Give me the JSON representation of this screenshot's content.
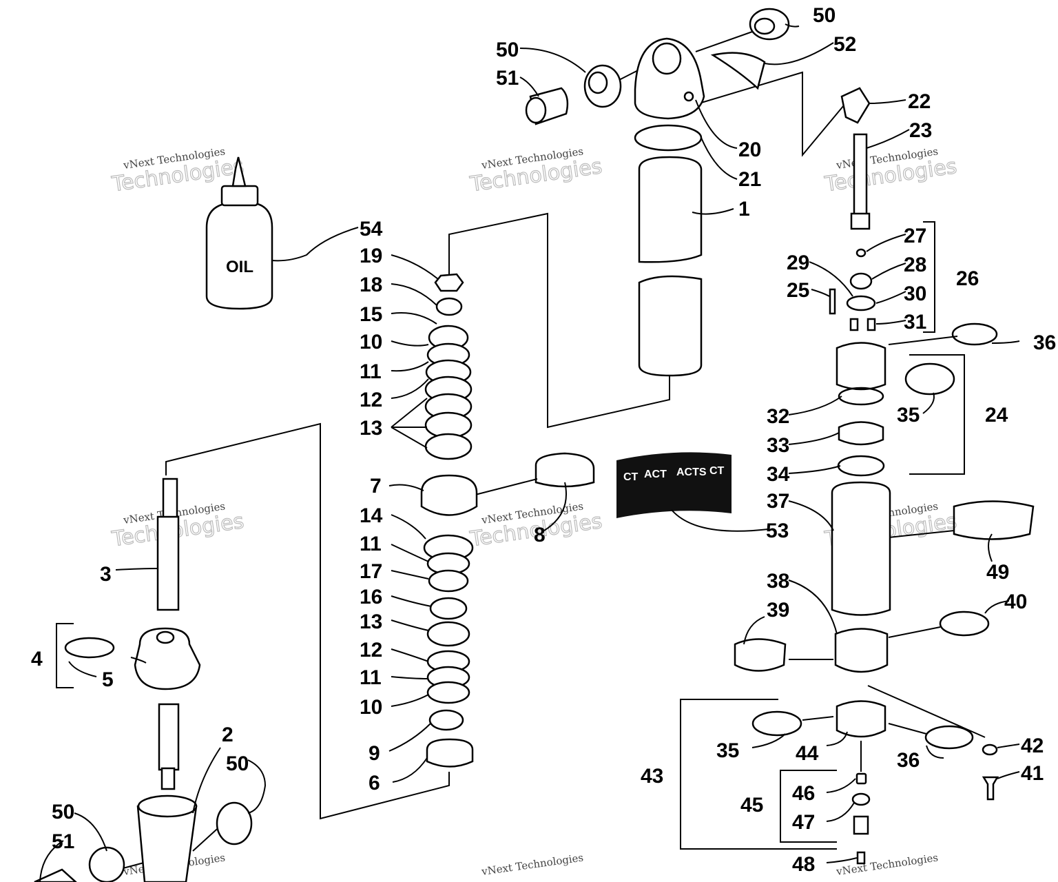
{
  "title": "",
  "watermark": {
    "line1": "vNext Technologies",
    "line2": "Technologies"
  },
  "oil_label": "OIL",
  "decal_text": [
    "CT",
    "ACT",
    "ACTS",
    "CT"
  ],
  "callouts": [
    {
      "id": "c1",
      "label": "1"
    },
    {
      "id": "c2",
      "label": "2"
    },
    {
      "id": "c3",
      "label": "3"
    },
    {
      "id": "c4",
      "label": "4"
    },
    {
      "id": "c5",
      "label": "5"
    },
    {
      "id": "c6",
      "label": "6"
    },
    {
      "id": "c7",
      "label": "7"
    },
    {
      "id": "c8",
      "label": "8"
    },
    {
      "id": "c9",
      "label": "9"
    },
    {
      "id": "c10a",
      "label": "10"
    },
    {
      "id": "c11a",
      "label": "11"
    },
    {
      "id": "c12a",
      "label": "12"
    },
    {
      "id": "c13a",
      "label": "13"
    },
    {
      "id": "c14",
      "label": "14"
    },
    {
      "id": "c11b",
      "label": "11"
    },
    {
      "id": "c17",
      "label": "17"
    },
    {
      "id": "c16",
      "label": "16"
    },
    {
      "id": "c13b",
      "label": "13"
    },
    {
      "id": "c12b",
      "label": "12"
    },
    {
      "id": "c11c",
      "label": "11"
    },
    {
      "id": "c10b",
      "label": "10"
    },
    {
      "id": "c15",
      "label": "15"
    },
    {
      "id": "c18",
      "label": "18"
    },
    {
      "id": "c19",
      "label": "19"
    },
    {
      "id": "c20",
      "label": "20"
    },
    {
      "id": "c21",
      "label": "21"
    },
    {
      "id": "c22",
      "label": "22"
    },
    {
      "id": "c23",
      "label": "23"
    },
    {
      "id": "c24",
      "label": "24"
    },
    {
      "id": "c25",
      "label": "25"
    },
    {
      "id": "c26",
      "label": "26"
    },
    {
      "id": "c27",
      "label": "27"
    },
    {
      "id": "c28",
      "label": "28"
    },
    {
      "id": "c29",
      "label": "29"
    },
    {
      "id": "c30",
      "label": "30"
    },
    {
      "id": "c31",
      "label": "31"
    },
    {
      "id": "c32",
      "label": "32"
    },
    {
      "id": "c33",
      "label": "33"
    },
    {
      "id": "c34",
      "label": "34"
    },
    {
      "id": "c35a",
      "label": "35"
    },
    {
      "id": "c35b",
      "label": "35"
    },
    {
      "id": "c36a",
      "label": "36"
    },
    {
      "id": "c36b",
      "label": "36"
    },
    {
      "id": "c37",
      "label": "37"
    },
    {
      "id": "c38",
      "label": "38"
    },
    {
      "id": "c39",
      "label": "39"
    },
    {
      "id": "c40",
      "label": "40"
    },
    {
      "id": "c41",
      "label": "41"
    },
    {
      "id": "c42",
      "label": "42"
    },
    {
      "id": "c43",
      "label": "43"
    },
    {
      "id": "c44",
      "label": "44"
    },
    {
      "id": "c45",
      "label": "45"
    },
    {
      "id": "c46",
      "label": "46"
    },
    {
      "id": "c47",
      "label": "47"
    },
    {
      "id": "c48",
      "label": "48"
    },
    {
      "id": "c49",
      "label": "49"
    },
    {
      "id": "c50a",
      "label": "50"
    },
    {
      "id": "c50b",
      "label": "50"
    },
    {
      "id": "c50c",
      "label": "50"
    },
    {
      "id": "c50d",
      "label": "50"
    },
    {
      "id": "c51a",
      "label": "51"
    },
    {
      "id": "c51b",
      "label": "51"
    },
    {
      "id": "c52",
      "label": "52"
    },
    {
      "id": "c53",
      "label": "53"
    },
    {
      "id": "c54",
      "label": "54"
    }
  ]
}
